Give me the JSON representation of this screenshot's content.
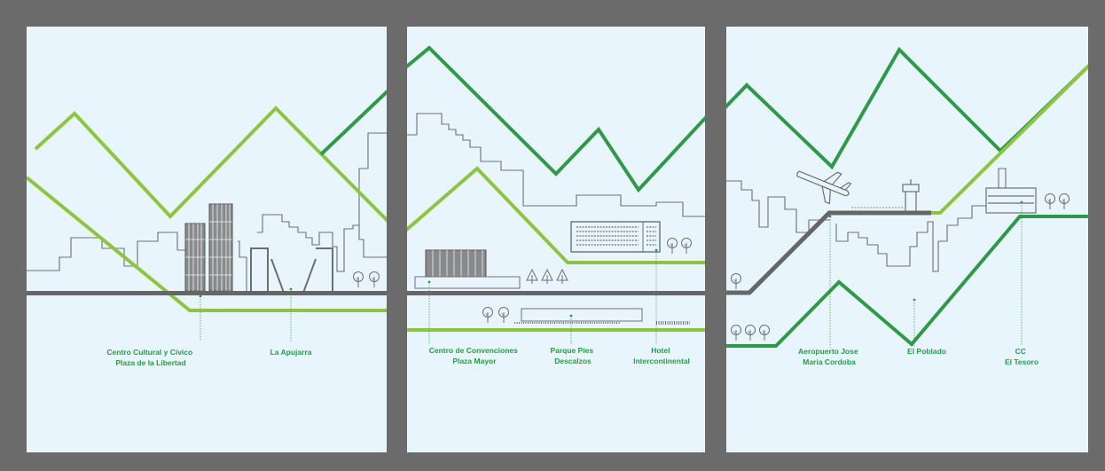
{
  "colors": {
    "frame": "#6b6b6b",
    "sky": "#e8f5fc",
    "light_green": "#8cc63f",
    "dark_green": "#2e9a48",
    "road": "#666666",
    "outline": "#6f6f6f",
    "label": "#1fa046"
  },
  "panels": [
    {
      "labels": [
        {
          "lines": [
            "Centro Cultural y Civico",
            "Plaza de la Libertad"
          ]
        },
        {
          "lines": [
            "La Apujarra"
          ]
        }
      ]
    },
    {
      "labels": [
        {
          "lines": [
            "Centro de  Convenciones",
            "Plaza Mayor"
          ]
        },
        {
          "lines": [
            "Parque Pies",
            "Descalzos"
          ]
        },
        {
          "lines": [
            "Hotel",
            "Intercontinental"
          ]
        }
      ]
    },
    {
      "labels": [
        {
          "lines": [
            "Aeropuerto Jose",
            "Maria Cordoba"
          ]
        },
        {
          "lines": [
            "El Poblado"
          ]
        },
        {
          "lines": [
            "CC",
            "El Tesoro"
          ]
        }
      ],
      "icons": [
        "airplane-icon",
        "control-tower-icon"
      ]
    }
  ]
}
